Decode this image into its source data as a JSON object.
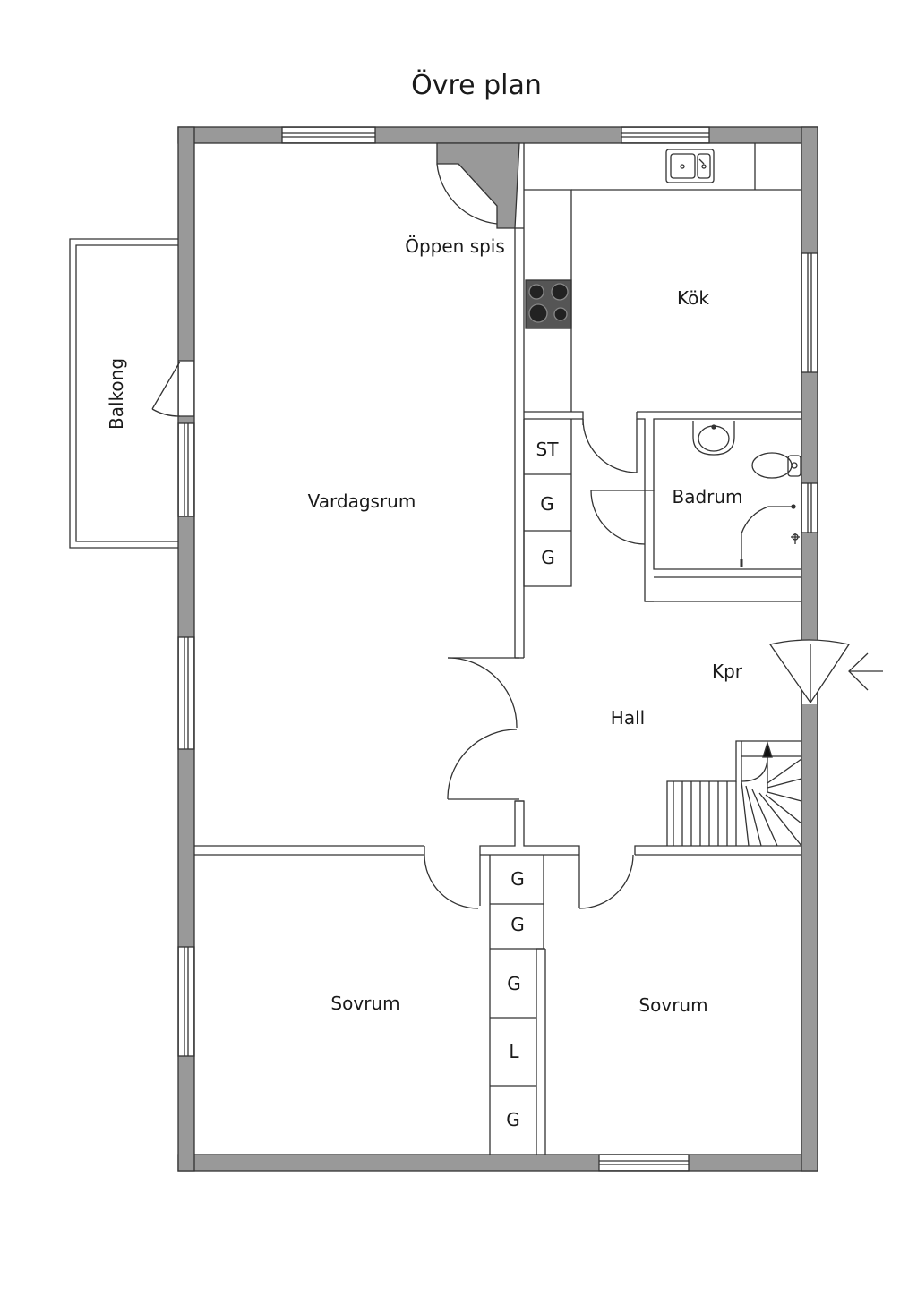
{
  "title": "Övre plan",
  "colors": {
    "wall": "#999999",
    "line": "#333333",
    "background": "#ffffff"
  },
  "rooms": {
    "living": "Vardagsrum",
    "fireplace": "Öppen spis",
    "kitchen": "Kök",
    "bathroom": "Badrum",
    "hall": "Hall",
    "coat_closet": "Kpr",
    "balcony": "Balkong",
    "bedroom_left": "Sovrum",
    "bedroom_right": "Sovrum"
  },
  "closets": {
    "st": "ST",
    "g1": "G",
    "g2": "G",
    "g3": "G",
    "g4": "G",
    "g5": "G",
    "l": "L",
    "g6": "G"
  },
  "icons": [
    "stove-icon",
    "sink-icon",
    "toilet-icon",
    "washbasin-icon",
    "shower-icon",
    "stair-icon",
    "entrance-arrow-icon"
  ]
}
